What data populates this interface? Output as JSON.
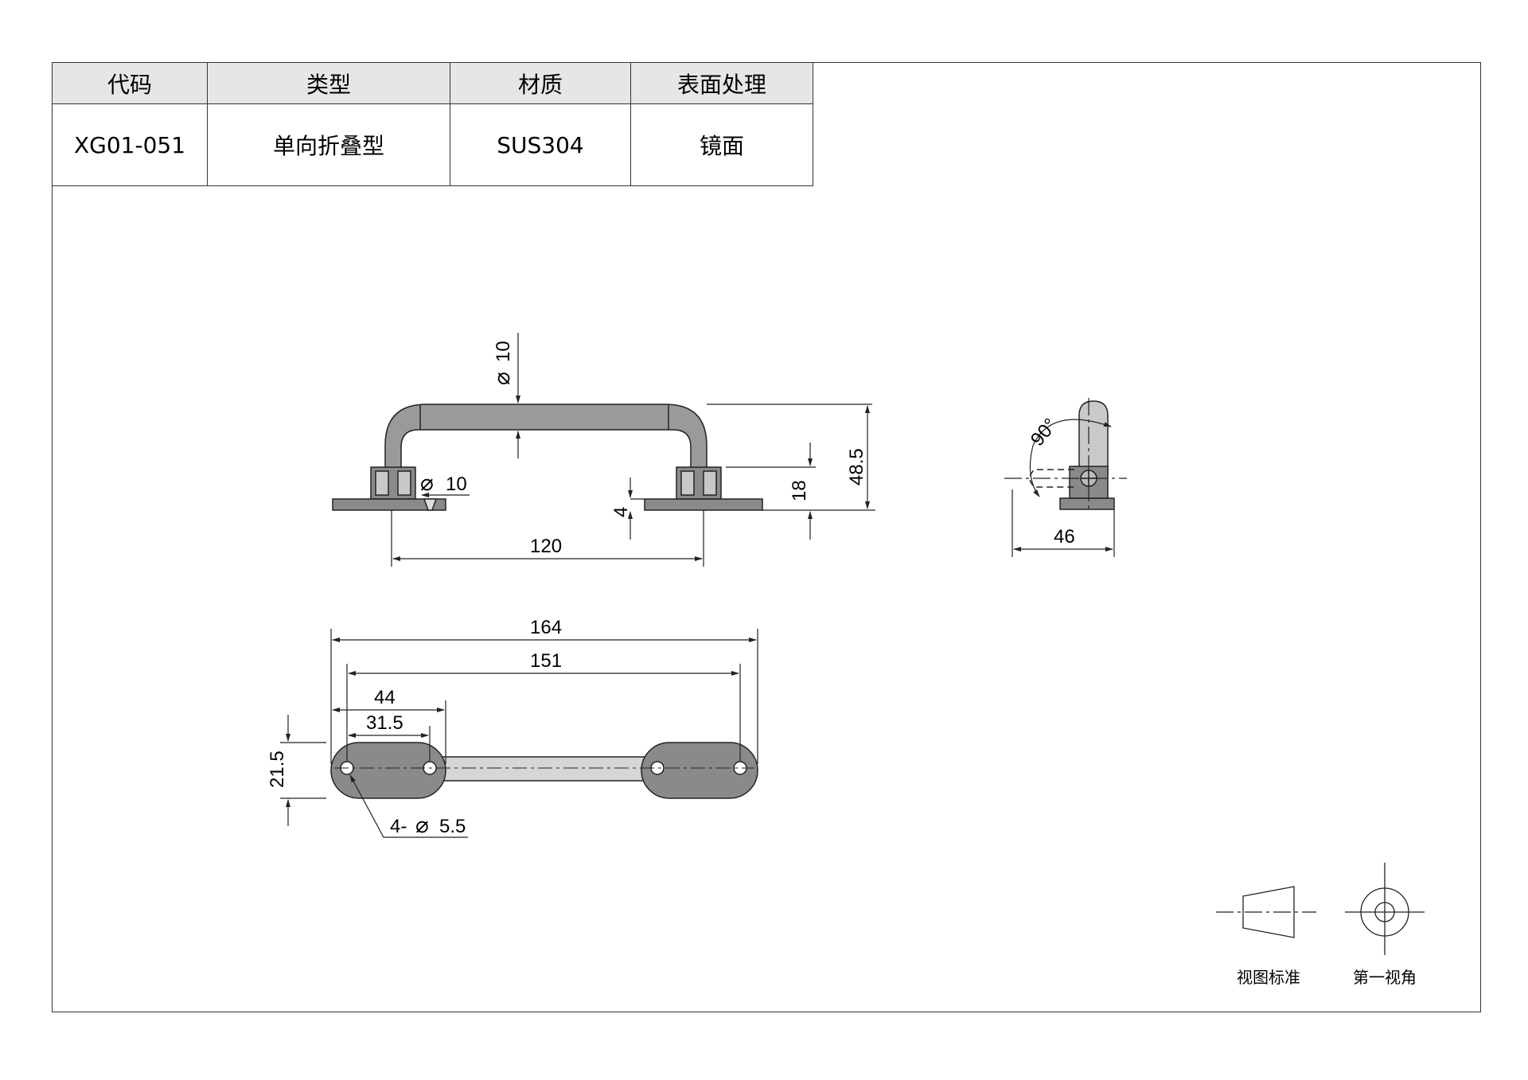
{
  "spec_table": {
    "headers": [
      "代码",
      "类型",
      "材质",
      "表面处理"
    ],
    "values": [
      "XG01-051",
      "单向折叠型",
      "SUS304",
      "镜面"
    ]
  },
  "front_view": {
    "dia_top": "10",
    "dia_pin": "10",
    "dim_base_thk": "4",
    "dim_hinge_h": "18",
    "dim_total_h": "48.5",
    "dim_hole_pitch": "120"
  },
  "side_view": {
    "angle": "90°",
    "width": "46"
  },
  "top_view": {
    "length_total": "164",
    "length_inner": "151",
    "pad_len": "44",
    "pad_hole_pitch": "31.5",
    "pad_width": "21.5",
    "hole_note": "4-",
    "hole_dia": "5.5"
  },
  "projection": {
    "standard_label": "视图标准",
    "angle_label": "第一视角"
  },
  "colors": {
    "metal": "#9a9a9a",
    "metal_dark": "#6e6e6e",
    "line": "#222222"
  }
}
